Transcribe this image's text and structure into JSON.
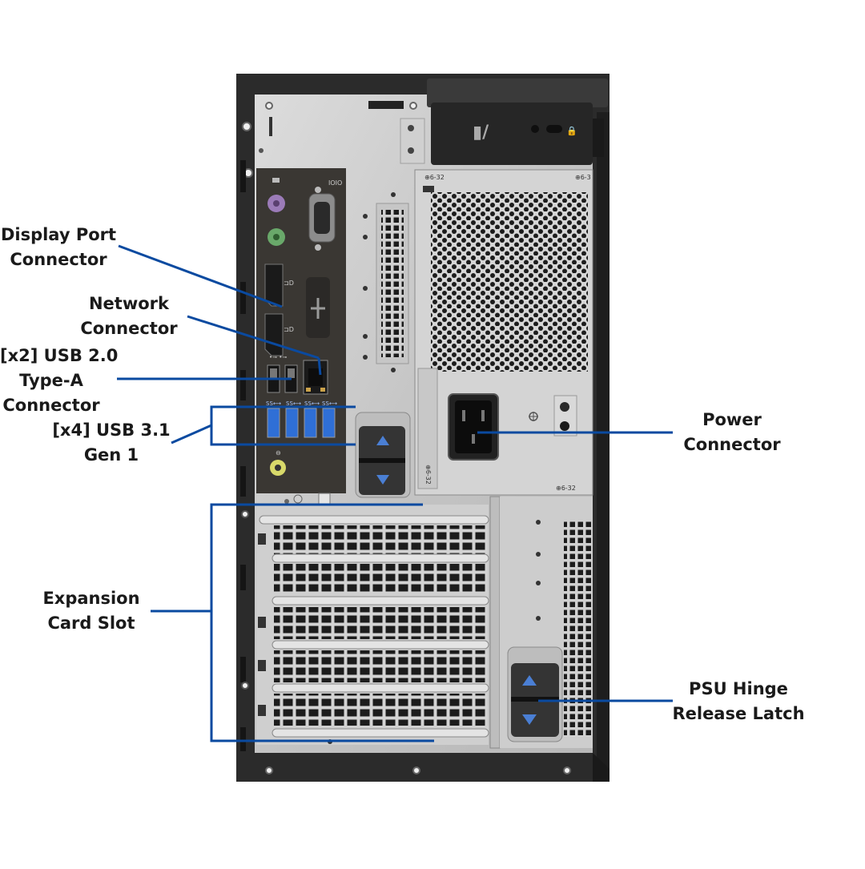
{
  "callouts": {
    "display_port": {
      "line1": "Display Port",
      "line2": "Connector"
    },
    "network": {
      "line1": "Network",
      "line2": "Connector"
    },
    "usb2": {
      "line1": "[x2] USB 2.0",
      "line2": "Type-A",
      "line3": "Connector"
    },
    "usb3": {
      "line1": "[x4] USB 3.1",
      "line2": "Gen 1"
    },
    "expansion": {
      "line1": "Expansion",
      "line2": "Card Slot"
    },
    "power": {
      "line1": "Power",
      "line2": "Connector"
    },
    "psu_latch": {
      "line1": "PSU Hinge",
      "line2": "Release Latch"
    }
  },
  "stamps": {
    "psu_screw_top_left": "⊕6-32",
    "psu_screw_top_right": "⊕6-3",
    "psu_screw_side": "⊕6-32",
    "psu_screw_bottom": "⊕6-32",
    "usb3_logo": "SS⟷"
  },
  "colors": {
    "leader_line": "#0a4aa0",
    "chassis": "#2b2b2b",
    "panel_metal": "#c9c9c9",
    "io_plate": "#3a3733",
    "usb3_port": "#2f6fd6",
    "latch_arrow": "#4a7fd4"
  }
}
